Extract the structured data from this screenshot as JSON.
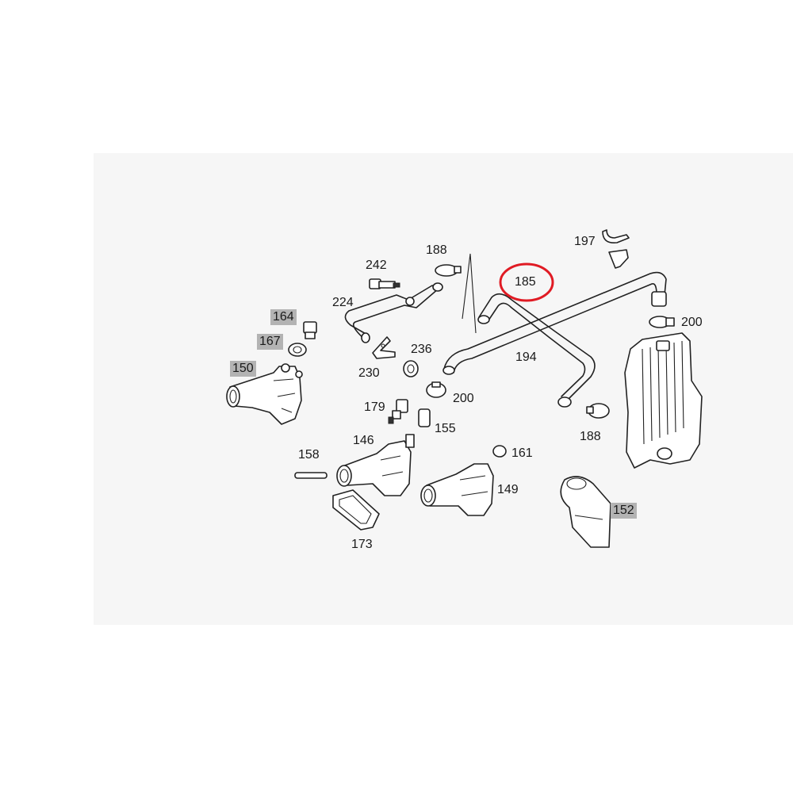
{
  "parts": {
    "p150": "150",
    "p164": "164",
    "p167": "167",
    "p224": "224",
    "p242": "242",
    "p188a": "188",
    "p185": "185",
    "p197": "197",
    "p200a": "200",
    "p194": "194",
    "p236": "236",
    "p230": "230",
    "p200b": "200",
    "p179": "179",
    "p155": "155",
    "p188b": "188",
    "p146": "146",
    "p158": "158",
    "p161": "161",
    "p149": "149",
    "p152": "152",
    "p173": "173"
  },
  "highlighted_labels": [
    "150",
    "164",
    "167",
    "152"
  ],
  "callout": {
    "label": "185",
    "circle_color": "#e01b24"
  },
  "colors": {
    "panel": "#f6f6f6",
    "highlight": "#b3b3b3",
    "line": "#222222"
  }
}
